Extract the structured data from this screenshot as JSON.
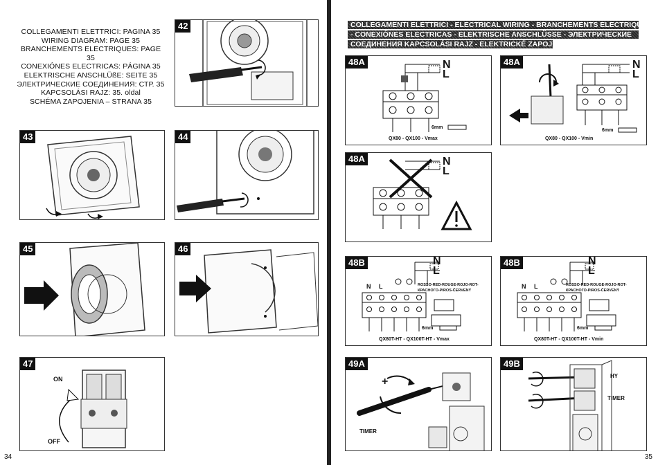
{
  "left_page": {
    "page_number": "34",
    "reference_lines": [
      "COLLEGAMENTI ELETTRICI: PAGINA 35",
      "WIRING DIAGRAM: PAGE 35",
      "BRANCHEMENTS ELECTRIQUES: PAGE 35",
      "CONEXIÓNES ELECTRICAS: PÁGINA 35",
      "ELEKTRISCHE ANSCHLÜßE: SEITE 35",
      "ЭЛЕКТРИЧЕСКИЕ СОЕДИНЕНИЯ: СТР. 35",
      "KAPCSOLÁSI RAJZ: 35. oldal",
      "SCHÉMA ZAPOJENIA – STRANA 35"
    ],
    "steps": {
      "s42": "42",
      "s43": "43",
      "s44": "44",
      "s45": "45",
      "s46": "46",
      "s47": "47"
    },
    "switch_on": "ON",
    "switch_off": "OFF"
  },
  "right_page": {
    "page_number": "35",
    "banner_lines": [
      "COLLEGAMENTI ELETTRICI - ELECTRICAL WIRING - BRANCHEMENTS ELECTRIQUES",
      "- CONEXIÓNES ELECTRICAS - ELEKTRISCHE ANSCHLÜSSE - ЭЛЕКТРИЧЕСКИЕ",
      "СОЕДИНЕНИЯ KAPCSOLÁSI RAJZ - ELEKTRICKÉ ZAPOJENIE"
    ],
    "panels": {
      "p48a1": {
        "num": "48A",
        "n": "N",
        "l": "L",
        "wire": "6mm",
        "caption": "QX80 - QX100 - Vmax"
      },
      "p48a2": {
        "num": "48A",
        "n": "N",
        "l": "L",
        "wire": "6mm",
        "caption": "QX80 - QX100 - Vmin"
      },
      "p48a3": {
        "num": "48A",
        "n": "N",
        "l": "L"
      },
      "p48b1": {
        "num": "48B",
        "n": "N",
        "l": "L",
        "n2": "N",
        "l2": "L",
        "wire_colors": "ROSSO-RED-ROUGE-ROJO-ROT-",
        "wire_colors2": "КРАСНОГО-PIROS-ČERVENÝ",
        "wire": "6mm",
        "caption": "QX80T-HT - QX100T-HT - Vmax"
      },
      "p48b2": {
        "num": "48B",
        "n": "N",
        "l": "L",
        "n2": "N",
        "l2": "L",
        "wire_colors": "ROSSO-RED-ROUGE-ROJO-ROT-",
        "wire_colors2": "КРАСНОГО-PIROS-ČERVENÝ",
        "wire": "6mm",
        "caption": "QX80T-HT - QX100T-HT - Vmin"
      },
      "p49a": {
        "num": "49A",
        "plus": "+",
        "minus": "-",
        "timer": "TIMER"
      },
      "p49b": {
        "num": "49B",
        "hy": "HY",
        "timer": "TIMER"
      }
    }
  }
}
